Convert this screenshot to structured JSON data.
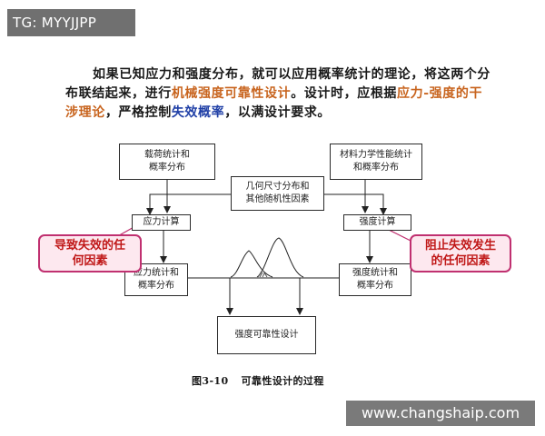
{
  "overlay": {
    "tag": "TG: MYYJJPP",
    "watermark": "www.changshaip.com"
  },
  "intro": {
    "part1": "如果已知应力和强度分布，就可以应用概率统计的理论，将这两个分布联结起来，进行",
    "highlight1": "机械强度可靠性设计",
    "part2": "。设计时，应根据",
    "highlight2": "应力-强度的干涉理论",
    "part3": "，严格控制",
    "highlight3": "失效概率",
    "part4": "，以满设计要求。"
  },
  "diagram": {
    "load_stats": "载荷统计和\n概率分布",
    "material_stats": "材料力学性能统计\n和概率分布",
    "geometry_factors": "几何尺寸分布和\n其他随机性因素",
    "stress_calc": "应力计算",
    "strength_calc": "强度计算",
    "stress_stats": "应力统计和\n概率分布",
    "strength_stats": "强度统计和\n概率分布",
    "reliability_design": "强度可靠性设计"
  },
  "callouts": {
    "left": "导致失效的任\n何因素",
    "right": "阻止失效发生\n的任何因素"
  },
  "caption": {
    "figure_no": "图3-10",
    "title": "可靠性设计的过程"
  },
  "colors": {
    "callout_border": "#c03070",
    "callout_text": "#c01818",
    "highlight_orange": "#c8641e",
    "highlight_blue": "#1f3fa6"
  }
}
